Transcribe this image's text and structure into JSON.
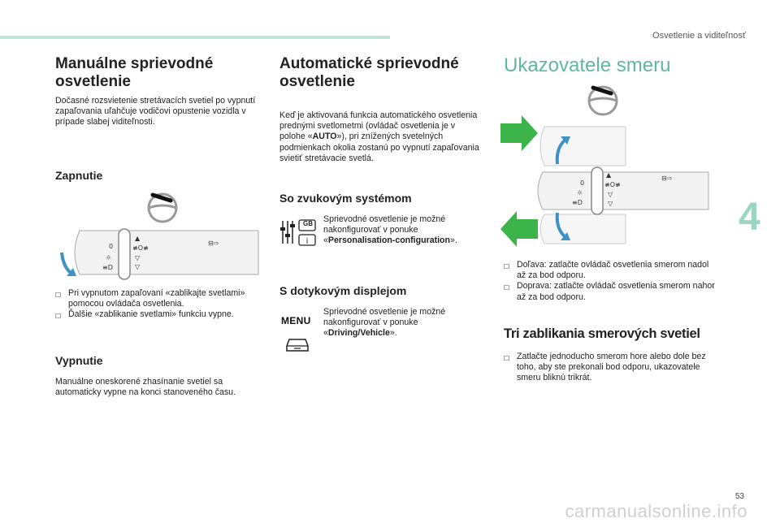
{
  "header": {
    "running_head": "Osvetlenie a viditeľnosť",
    "page_number": "53",
    "chapter_number": "4"
  },
  "watermark": "carmanualsonline.info",
  "col1": {
    "title": "Manuálne sprievodné osvetlenie",
    "intro": "Dočasné rozsvietenie stretávacích svetiel po vypnutí zapaľovania uľahčuje vodičovi opustenie vozidla v prípade slabej viditeľnosti.",
    "on_heading": "Zapnutie",
    "on_bullets": [
      "Pri vypnutom zapaľovaní «zablikajte svetlami» pomocou ovládača osvetlenia.",
      "Ďalšie «zablikanie svetlami» funkciu vypne."
    ],
    "off_heading": "Vypnutie",
    "off_text": "Manuálne oneskorené zhasínanie svetiel sa automaticky vypne na konci stanoveného času."
  },
  "col2": {
    "title": "Automatické sprievodné osvetlenie",
    "intro_pre": "Keď je aktivovaná funkcia automatického osvetlenia prednými svetlometmi (ovládač osvetlenia je v polohe «",
    "intro_bold": "AUTO",
    "intro_post": "»), pri znížených svetelných podmienkach okolia zostanú po vypnutí zapaľovania svietiť stretávacie svetlá.",
    "audio_heading": "So zvukovým systémom",
    "audio_pre": "Sprievodné osvetlenie je možné nakonfigurovať v ponuke «",
    "audio_bold": "Personalisation-configuration",
    "audio_post": "».",
    "audio_icon_label": "GB",
    "touch_heading": "S dotykovým displejom",
    "touch_pre": "Sprievodné osvetlenie je možné nakonfigurovať v ponuke «",
    "touch_bold": "Driving/Vehicle",
    "touch_post": "».",
    "menu_label": "MENU"
  },
  "col3": {
    "title": "Ukazovatele smeru",
    "bullets": [
      "Doľava: zatlačte ovládač osvetlenia smerom nadol až za bod odporu.",
      "Doprava: zatlačte ovládač osvetlenia smerom nahor až za bod odporu."
    ],
    "triple_heading": "Tri zablikania smerových svetiel",
    "triple_bullet": "Zatlačte jednoducho smerom hore alebo dole bez toho, aby ste prekonali bod odporu, ukazovatele smeru bliknú trikrát."
  },
  "colors": {
    "accent_teal": "#5fb6a1",
    "arrow_green": "#3cb44a",
    "arrow_blue": "#3f92c5",
    "tab": "#98d5c3"
  }
}
